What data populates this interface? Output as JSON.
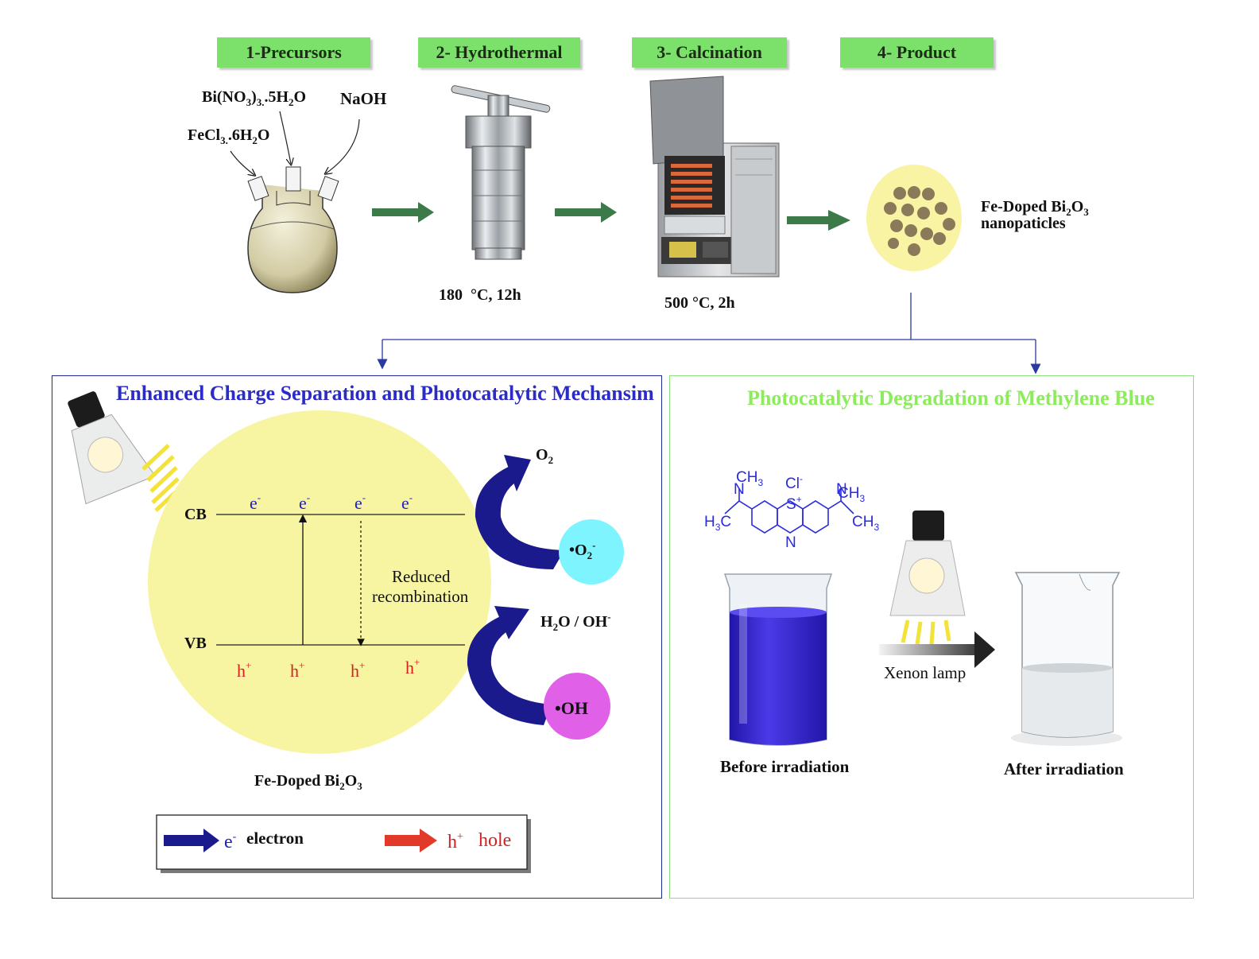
{
  "steps": [
    {
      "label": "1-Precursors"
    },
    {
      "label": "2- Hydrothermal"
    },
    {
      "label": "3- Calcination"
    },
    {
      "label": "4- Product"
    }
  ],
  "precursors": {
    "bi": "Bi(NO3)3.5H2O",
    "fe": "FeCl3.6H2O",
    "naoh": "NaOH"
  },
  "conditions": {
    "hydrothermal": "180  °C, 12h",
    "calcination": "500 °C, 2h"
  },
  "product": {
    "line1": "Fe-Doped Bi2O3",
    "line2": "nanopaticles"
  },
  "mechanism": {
    "title": "Enhanced Charge Separation and Photocatalytic Mechansim",
    "cb": "CB",
    "vb": "VB",
    "electron": "e-",
    "hole": "h+",
    "recombination_line1": "Reduced",
    "recombination_line2": "recombination",
    "o2": "O2",
    "superoxide": "•O2-",
    "water": "H2O / OH-",
    "hydroxyl": "•OH",
    "material": "Fe-Doped Bi2O3",
    "legend_electron": "electron",
    "legend_hole": "hole"
  },
  "degradation": {
    "title": "Photocatalytic Degradation of Methylene Blue",
    "lamp": "Xenon lamp",
    "before": "Before irradiation",
    "after": "After irradiation",
    "molecule": {
      "me": "CH3",
      "cl": "Cl",
      "s": "S",
      "n": "N",
      "h3c": "H3C"
    }
  },
  "colors": {
    "step_bg": "#7be16b",
    "flow_arrow": "#3d7a4a",
    "mechanism_border": "#1e2a8f",
    "degradation_border": "#8ee07e",
    "particle": "#f8f4a4",
    "electron_color": "#2020c0",
    "hole_color": "#d42020",
    "curved_arrow": "#1a1a8c",
    "superoxide_circle": "#7ef4ff",
    "hydroxyl_circle": "#e060e8",
    "methylene_blue": "#2a22c8"
  }
}
